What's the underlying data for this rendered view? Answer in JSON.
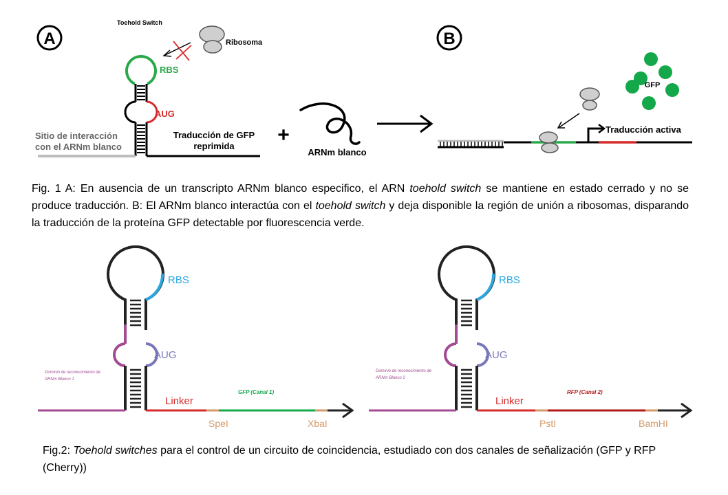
{
  "figA": {
    "panel_letter": "A",
    "title": "Toehold Switch",
    "ribosome": "Ribosoma",
    "rbs": "RBS",
    "aug": "AUG",
    "site_line1": "Sitio de interacción",
    "site_line2": "con el ARNm blanco",
    "repressed_line1": "Traducción de GFP",
    "repressed_line2": "reprimida",
    "plus": "+",
    "target": "ARNm blanco"
  },
  "figB": {
    "panel_letter": "B",
    "gfp": "GFP",
    "active": "Traducción activa"
  },
  "caption1": {
    "p1": "Fig. 1 A: En ausencia de un transcripto ARNm blanco especifico, el ARN ",
    "i1": "toehold switch",
    "p2": " se mantiene en estado cerrado y no se produce traducción. B: El ARNm blanco interactúa con el ",
    "i2": "toehold switch",
    "p3": " y deja disponible la región de unión a ribosomas, disparando la traducción de la proteína GFP detectable por fluorescencia verde."
  },
  "fig2a": {
    "rbs": "RBS",
    "aug": "AUG",
    "domain_line1": "Dominio de reconocimiento de",
    "domain_line2": "ARNm Blanco 1",
    "linker": "Linker",
    "reporter": "GFP (Canal 1)",
    "site1": "SpeI",
    "site2": "XbaI"
  },
  "fig2b": {
    "rbs": "RBS",
    "aug": "AUG",
    "domain_line1": "Dominio de reconocimiento de",
    "domain_line2": "ARNm Blanco 2",
    "linker": "Linker",
    "reporter": "RFP (Canal 2)",
    "site1": "PstI",
    "site2": "BamHI"
  },
  "caption2": {
    "p1": "Fig.2: ",
    "i1": "Toehold switches",
    "p2": " para el control de un circuito de coincidencia, estudiado con dos canales de señalización (GFP y RFP (Cherry))"
  },
  "colors": {
    "green_loop": "#2aa84a",
    "red": "#d62a2a",
    "gfp_green": "#14a84b",
    "blue": "#29a8e0",
    "purple": "#a24a92",
    "aug_purple": "#7878b8",
    "tan": "#d39a6a",
    "dark_red": "#b01818"
  }
}
